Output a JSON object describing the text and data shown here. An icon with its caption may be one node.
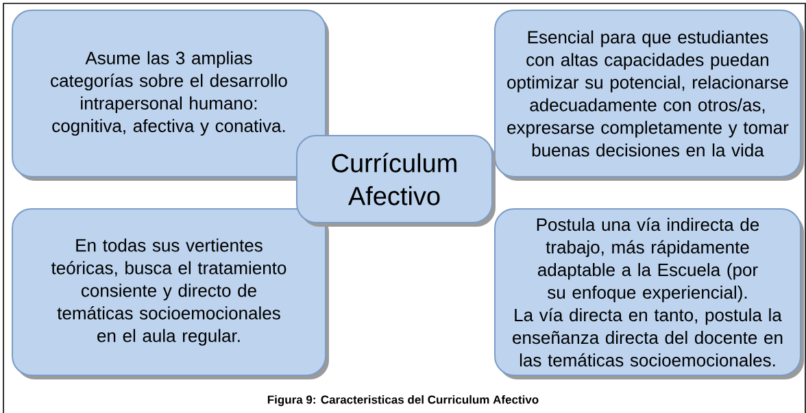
{
  "diagram": {
    "caption": "Figura 9: Caracteristicas del Curriculum Afectivo",
    "nodes": [
      {
        "text": [
          "Asume las 3 amplias categorías sobre el desarrollo intrapersonal humano: cognitiva, afectiva y conativa."
        ]
      },
      {
        "text": [
          "Esencial para que estudiantes con altas capacidades puedan optimizar su potencial, relacionarse adecuadamente con otros/as, expresarse completamente y tomar buenas decisiones en la vida"
        ]
      },
      {
        "text": [
          "Currículum Afectivo"
        ]
      },
      {
        "text": [
          "En todas sus vertientes teóricas, busca el tratamiento consiente y directo de temáticas socioemocionales en el aula regular."
        ]
      },
      {
        "text": [
          "Postula una vía indirecta de trabajo, más rápidamente adaptable a la Escuela (por su enfoque experiencial).",
          "La vía directa  en tanto, postula la enseñanza directa del docente en las temáticas socioemocionales."
        ]
      }
    ]
  }
}
